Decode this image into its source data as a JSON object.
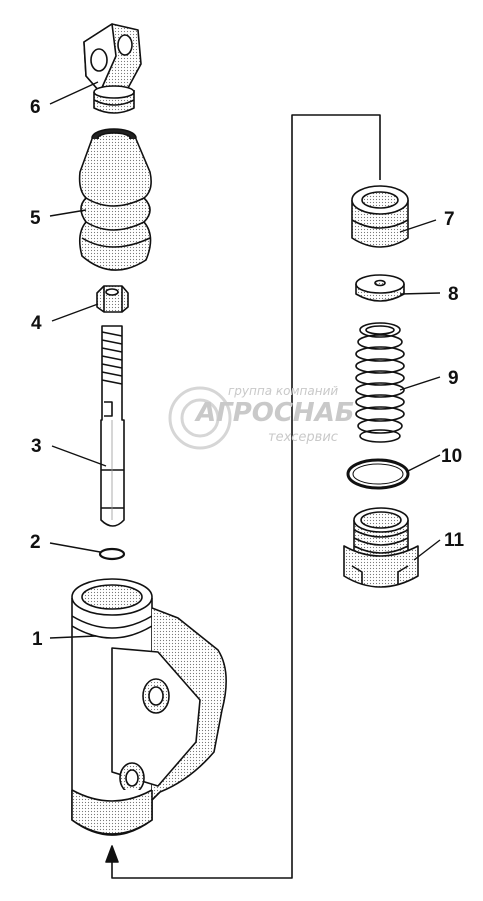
{
  "watermark": {
    "line1": "группа компаний",
    "line2": "АГРОСНАБ",
    "line3": "техсервис"
  },
  "callouts": [
    {
      "id": "6",
      "label": "6"
    },
    {
      "id": "5",
      "label": "5"
    },
    {
      "id": "4",
      "label": "4"
    },
    {
      "id": "3",
      "label": "3"
    },
    {
      "id": "2",
      "label": "2"
    },
    {
      "id": "1",
      "label": "1"
    },
    {
      "id": "7",
      "label": "7"
    },
    {
      "id": "8",
      "label": "8"
    },
    {
      "id": "9",
      "label": "9"
    },
    {
      "id": "10",
      "label": "10"
    },
    {
      "id": "11",
      "label": "11"
    }
  ],
  "colors": {
    "line": "#111111",
    "fill": "#ffffff",
    "shade": "#d8d8d8",
    "watermark": "#c9c9c9"
  }
}
